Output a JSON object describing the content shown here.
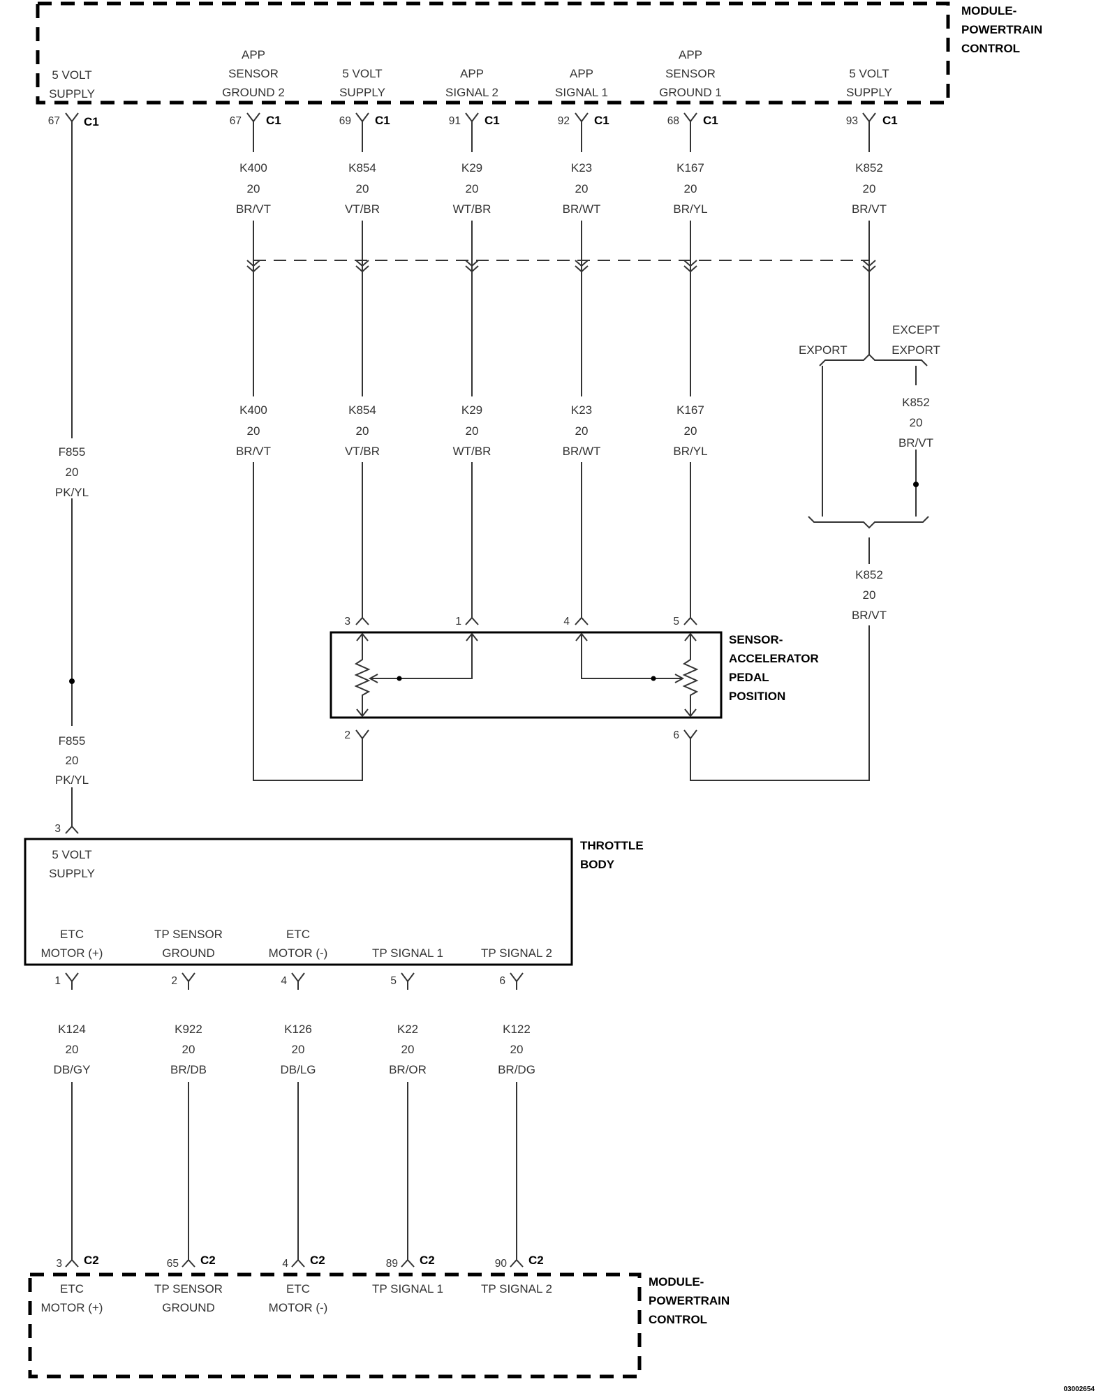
{
  "pcm_top": {
    "title_lines": [
      "MODULE-",
      "POWERTRAIN",
      "CONTROL"
    ],
    "functions": [
      [
        "5 VOLT",
        "SUPPLY"
      ],
      [
        "APP",
        "SENSOR",
        "GROUND 2"
      ],
      [
        "5 VOLT",
        "SUPPLY"
      ],
      [
        "APP",
        "SIGNAL 2"
      ],
      [
        "APP",
        "SIGNAL 1"
      ],
      [
        "APP",
        "SENSOR",
        "GROUND 1"
      ],
      [
        "5 VOLT",
        "SUPPLY"
      ]
    ],
    "pins": [
      "67",
      "67",
      "69",
      "91",
      "92",
      "68",
      "93"
    ],
    "connector": "C1"
  },
  "wires_upper": [
    {
      "circuit": "K400",
      "gauge": "20",
      "color": "BR/VT"
    },
    {
      "circuit": "K854",
      "gauge": "20",
      "color": "VT/BR"
    },
    {
      "circuit": "K29",
      "gauge": "20",
      "color": "WT/BR"
    },
    {
      "circuit": "K23",
      "gauge": "20",
      "color": "BR/WT"
    },
    {
      "circuit": "K167",
      "gauge": "20",
      "color": "BR/YL"
    },
    {
      "circuit": "K852",
      "gauge": "20",
      "color": "BR/VT"
    }
  ],
  "wires_mid": [
    {
      "circuit": "K400",
      "gauge": "20",
      "color": "BR/VT"
    },
    {
      "circuit": "K854",
      "gauge": "20",
      "color": "VT/BR"
    },
    {
      "circuit": "K29",
      "gauge": "20",
      "color": "WT/BR"
    },
    {
      "circuit": "K23",
      "gauge": "20",
      "color": "BR/WT"
    },
    {
      "circuit": "K167",
      "gauge": "20",
      "color": "BR/YL"
    }
  ],
  "f855_upper": {
    "circuit": "F855",
    "gauge": "20",
    "color": "PK/YL"
  },
  "f855_lower": {
    "circuit": "F855",
    "gauge": "20",
    "color": "PK/YL"
  },
  "branch": {
    "export": "EXPORT",
    "except_lines": [
      "EXCEPT",
      "EXPORT"
    ],
    "wire_except": {
      "circuit": "K852",
      "gauge": "20",
      "color": "BR/VT"
    },
    "wire_below": {
      "circuit": "K852",
      "gauge": "20",
      "color": "BR/VT"
    }
  },
  "app_sensor": {
    "title_lines": [
      "SENSOR-",
      "ACCELERATOR",
      "PEDAL",
      "POSITION"
    ],
    "pins_top": [
      "3",
      "1",
      "4",
      "5"
    ],
    "pins_bottom": [
      "2",
      "6"
    ]
  },
  "throttle_body": {
    "title_lines": [
      "THROTTLE",
      "BODY"
    ],
    "input_pin": "3",
    "supply_lines": [
      "5 VOLT",
      "SUPPLY"
    ],
    "functions": [
      [
        "ETC",
        "MOTOR (+)"
      ],
      [
        "TP SENSOR",
        "GROUND"
      ],
      [
        "ETC",
        "MOTOR (-)"
      ],
      [
        "",
        "TP SIGNAL 1"
      ],
      [
        "",
        "TP SIGNAL 2"
      ]
    ],
    "pins": [
      "1",
      "2",
      "4",
      "5",
      "6"
    ]
  },
  "wires_bottom": [
    {
      "circuit": "K124",
      "gauge": "20",
      "color": "DB/GY"
    },
    {
      "circuit": "K922",
      "gauge": "20",
      "color": "BR/DB"
    },
    {
      "circuit": "K126",
      "gauge": "20",
      "color": "DB/LG"
    },
    {
      "circuit": "K22",
      "gauge": "20",
      "color": "BR/OR"
    },
    {
      "circuit": "K122",
      "gauge": "20",
      "color": "BR/DG"
    }
  ],
  "pcm_bottom": {
    "title_lines": [
      "MODULE-",
      "POWERTRAIN",
      "CONTROL"
    ],
    "pins": [
      "3",
      "65",
      "4",
      "89",
      "90"
    ],
    "connector": "C2",
    "functions": [
      [
        "ETC",
        "MOTOR (+)"
      ],
      [
        "TP SENSOR",
        "GROUND"
      ],
      [
        "ETC",
        "MOTOR (-)"
      ],
      [
        "TP SIGNAL 1",
        ""
      ],
      [
        "TP SIGNAL 2",
        ""
      ]
    ]
  },
  "figure_id": "03002654"
}
